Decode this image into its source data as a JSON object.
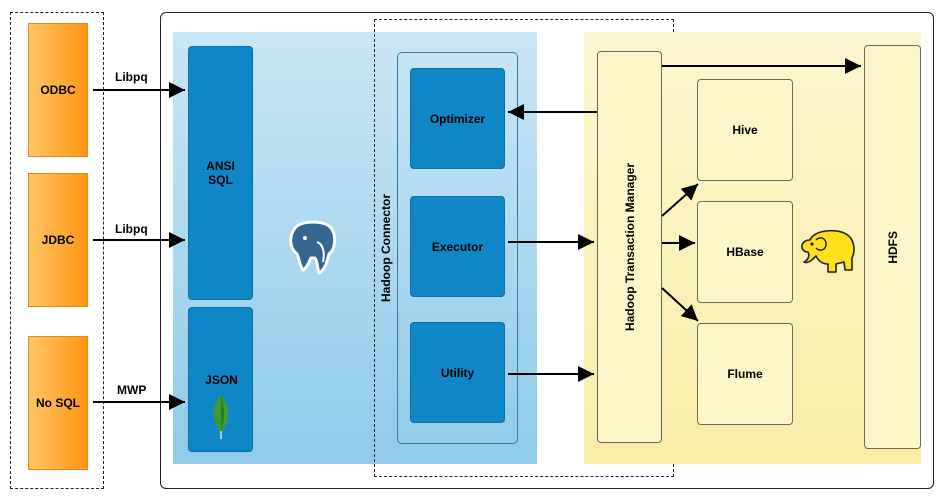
{
  "clients": [
    {
      "label": "ODBC",
      "link": "Libpq"
    },
    {
      "label": "JDBC",
      "link": "Libpq"
    },
    {
      "label": "No SQL",
      "link": "MWP"
    }
  ],
  "postgres": {
    "ansi_sql_line1": "ANSI",
    "ansi_sql_line2": "SQL",
    "json": "JSON",
    "logo_icon": "postgresql-elephant-icon"
  },
  "connector": {
    "title": "Hadoop Connector",
    "modules": [
      "Optimizer",
      "Executor",
      "Utility"
    ]
  },
  "hadoop": {
    "transaction_manager": "Hadoop Transaction Manager",
    "services": [
      "Hive",
      "HBase",
      "Flume"
    ],
    "hdfs": "HDFS",
    "logo_icon": "hadoop-elephant-icon"
  },
  "colors": {
    "client_orange": "#ff9412",
    "pg_blue": "#0f86c6",
    "hadoop_yellow": "#f8eca6"
  }
}
